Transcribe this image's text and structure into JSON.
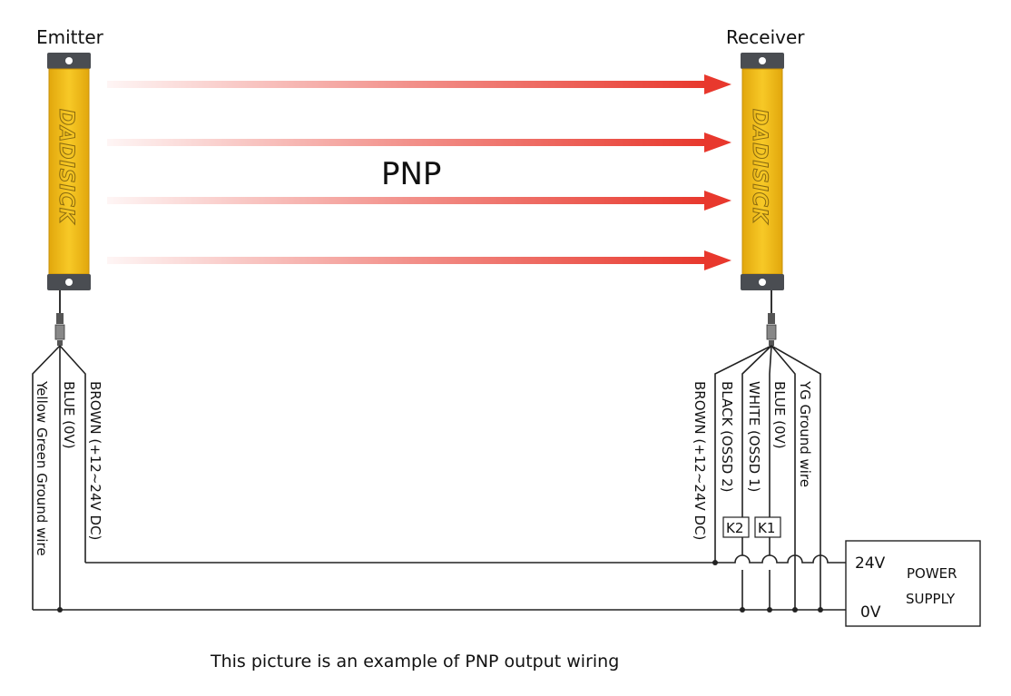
{
  "emitter": {
    "label": "Emitter",
    "brand": "DADISICK"
  },
  "receiver": {
    "label": "Receiver",
    "brand": "DADISICK"
  },
  "output_type": "PNP",
  "emitter_wires": [
    "Yellow Green Ground wire",
    "BLUE (0V)",
    "BROWN (+12~24V DC)"
  ],
  "receiver_wires": [
    "BROWN (+12~24V DC)",
    "BLACK (OSSD 2)",
    "WHITE (OSSD 1)",
    "BLUE (0V)",
    "YG Ground wire"
  ],
  "relays": {
    "k2": "K2",
    "k1": "K1"
  },
  "power_supply": {
    "v24": "24V",
    "v0": "0V",
    "line1": "POWER",
    "line2": "SUPPLY"
  },
  "caption": "This picture is an example of PNP output wiring",
  "colors": {
    "housing": "#f5c018",
    "cap": "#4a4d52",
    "beam": "#e8382d",
    "wire": "#222222"
  }
}
